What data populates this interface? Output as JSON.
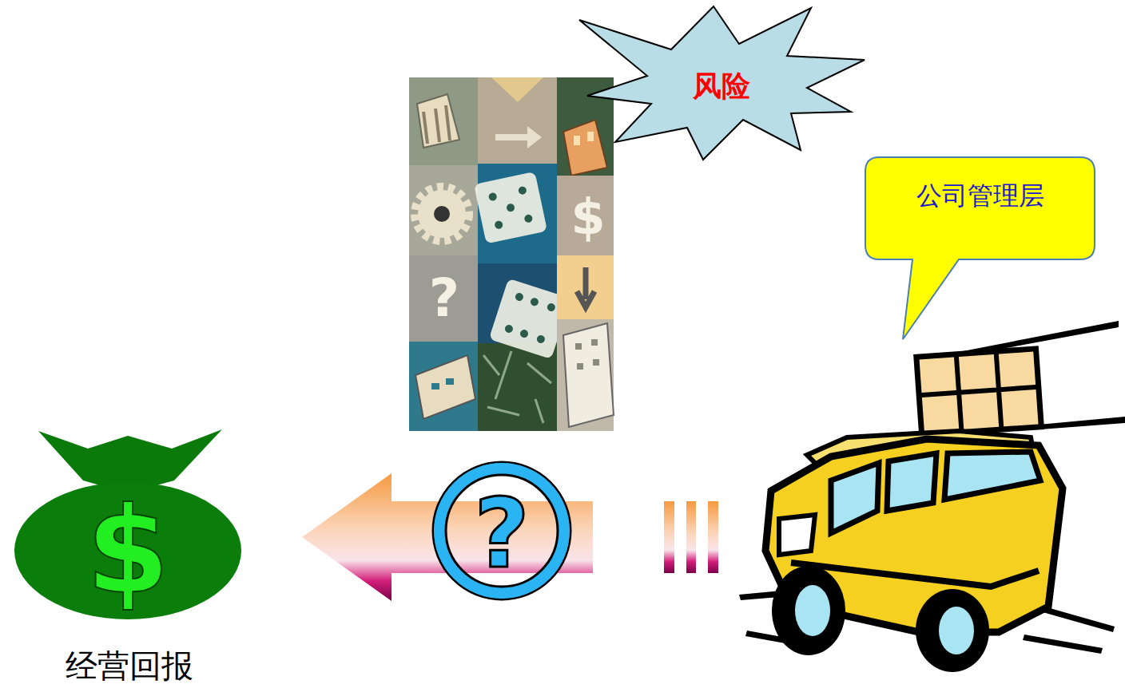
{
  "diagram": {
    "nodes": [
      {
        "text": [
          "风险"
        ]
      },
      {
        "text": [
          "公司管理层"
        ]
      },
      {
        "text": [
          "$",
          "经营回报"
        ]
      }
    ],
    "edges": [
      {
        "from": 1,
        "to": 2,
        "arrow": "to",
        "label": "?"
      }
    ],
    "labels": [
      "$",
      "?"
    ]
  }
}
